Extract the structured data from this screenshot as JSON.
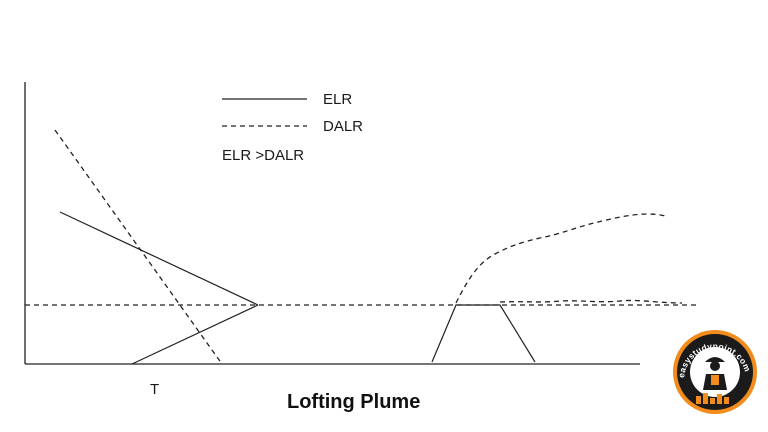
{
  "legend": {
    "solid_label": "ELR",
    "dashed_label": "DALR",
    "condition": "ELR >DALR"
  },
  "x_axis_marker": "T",
  "caption": "Lofting Plume",
  "logo": {
    "text": "easystudypoint.com"
  },
  "colors": {
    "line": "#222222",
    "logo_ring": "#f28c1c",
    "logo_core": "#ffffff"
  }
}
